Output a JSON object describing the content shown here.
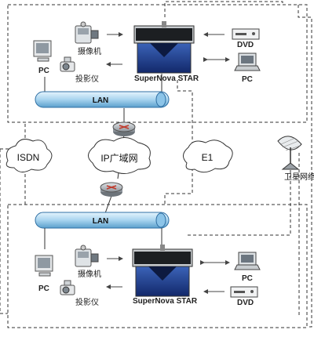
{
  "top_site": {
    "camera_label": "摄像机",
    "projector_label": "投影仪",
    "pc_label": "PC",
    "mcu_label": "SuperNova STAR",
    "dvd_label": "DVD",
    "laptop_label": "PC",
    "lan_label": "LAN"
  },
  "bottom_site": {
    "camera_label": "摄像机",
    "projector_label": "投影仪",
    "pc_label": "PC",
    "mcu_label": "SuperNova STAR",
    "dvd_label": "DVD",
    "laptop_label": "PC",
    "lan_label": "LAN"
  },
  "network": {
    "isdn_label": "ISDN",
    "ip_label": "IP广域网",
    "e1_label": "E1",
    "satellite_label": "卫星网络"
  },
  "colors": {
    "lan_bar": "#a8d4ef",
    "mcu_body": "#1e3f8a",
    "router": "#9aa0a6"
  }
}
